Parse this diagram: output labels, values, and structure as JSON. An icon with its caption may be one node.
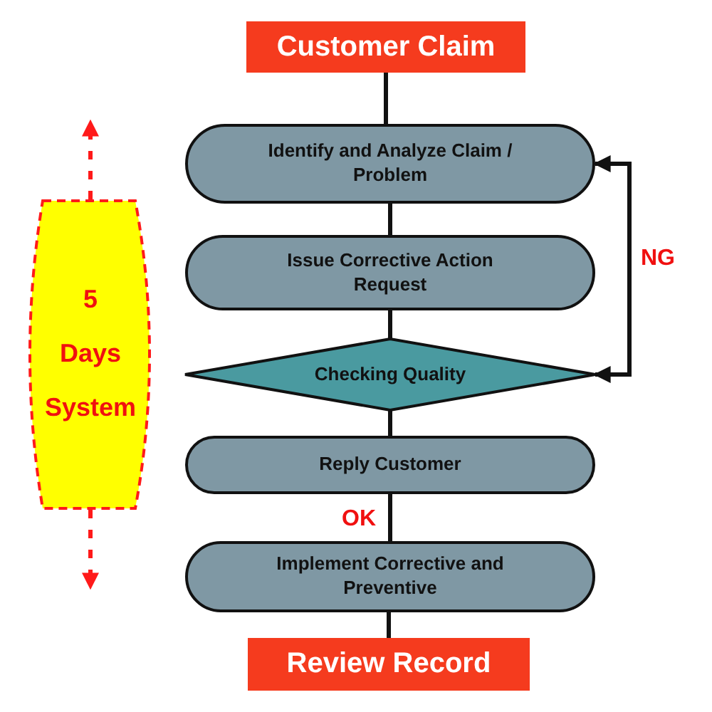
{
  "diagram": {
    "nodes": [
      {
        "text": [
          "Customer Claim"
        ]
      },
      {
        "text": [
          "Identify and Analyze Claim / Problem"
        ]
      },
      {
        "text": [
          "Issue Corrective Action Request"
        ]
      },
      {
        "text": [
          "Checking Quality"
        ]
      },
      {
        "text": [
          "Reply Customer"
        ]
      },
      {
        "text": [
          "Implement Corrective and Preventive"
        ]
      },
      {
        "text": [
          "Review Record"
        ]
      },
      {
        "text": [
          "5 Days System"
        ]
      }
    ],
    "edges": [
      {
        "from": 0,
        "to": 1,
        "arrow": "none"
      },
      {
        "from": 1,
        "to": 2,
        "arrow": "none"
      },
      {
        "from": 2,
        "to": 3,
        "arrow": "none"
      },
      {
        "from": 3,
        "to": 4,
        "arrow": "none"
      },
      {
        "from": 4,
        "to": 5,
        "arrow": "none",
        "label": "OK"
      },
      {
        "from": 5,
        "to": 6,
        "arrow": "none"
      },
      {
        "from": 3,
        "to": 1,
        "arrow": "both",
        "label": "NG"
      },
      {
        "from": 7,
        "to": null,
        "arrow": "to",
        "style": "dashed",
        "color": "#ff1a1a"
      },
      {
        "from": 7,
        "to": null,
        "arrow": "to",
        "style": "dashed",
        "color": "#ff1a1a"
      }
    ]
  }
}
